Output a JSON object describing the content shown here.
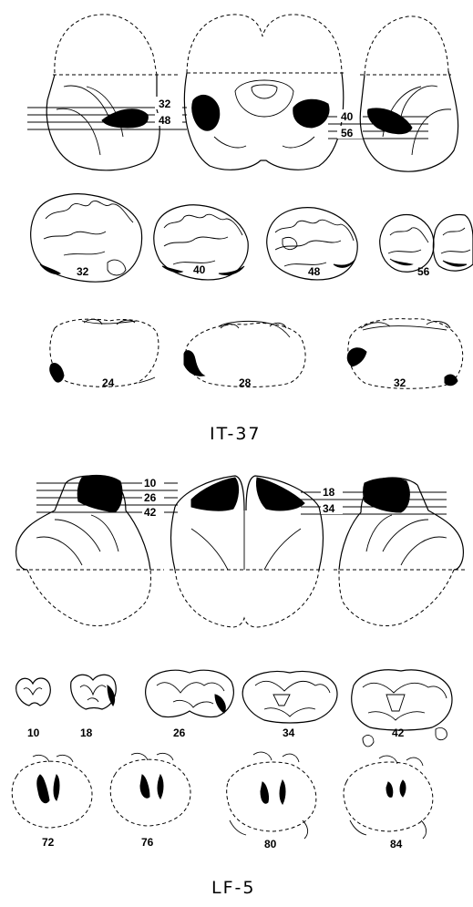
{
  "figures": [
    {
      "title": "IT-37",
      "surface_levels": [
        "32",
        "48",
        "40",
        "56"
      ],
      "section_row_1": [
        "32",
        "40",
        "48",
        "56"
      ],
      "section_row_2": [
        "24",
        "28",
        "32"
      ]
    },
    {
      "title": "LF-5",
      "surface_levels": [
        "10",
        "26",
        "42",
        "18",
        "34"
      ],
      "section_row_1": [
        "10",
        "18",
        "26",
        "34",
        "42"
      ],
      "section_row_2": [
        "72",
        "76",
        "80",
        "84"
      ]
    }
  ]
}
